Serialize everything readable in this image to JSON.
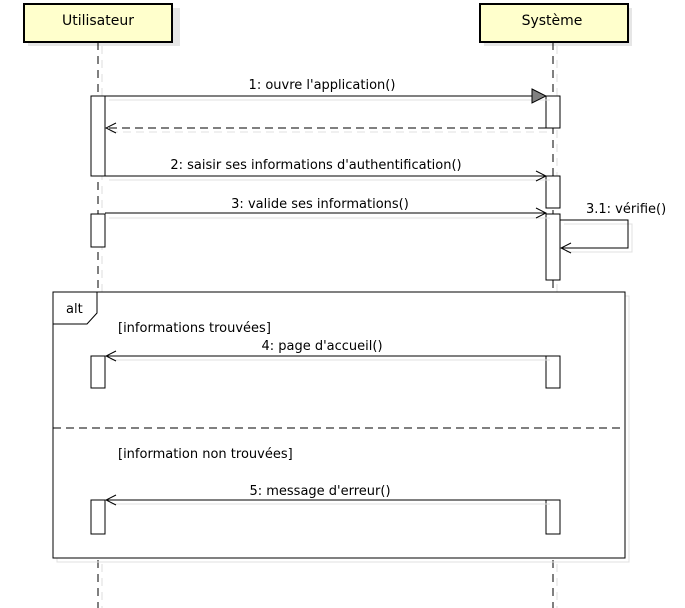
{
  "lifelines": {
    "user": "Utilisateur",
    "system": "Système"
  },
  "messages": {
    "m1": "1: ouvre l'application()",
    "m2": "2: saisir ses informations d'authentification()",
    "m3": "3: valide ses informations()",
    "m31": "3.1: vérifie()",
    "m4": "4: page d'accueil()",
    "m5": "5: message d'erreur()"
  },
  "fragment": {
    "operator": "alt",
    "guard1": "[informations trouvées]",
    "guard2": "[information non trouvées]"
  },
  "colors": {
    "head_fill": "#ffffcc",
    "line": "#000000",
    "shadow": "#dcdcdc"
  }
}
